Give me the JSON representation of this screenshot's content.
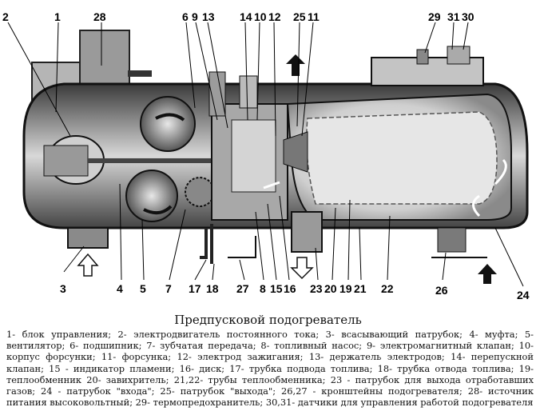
{
  "diagram": {
    "caption": "Предпусковой подогреватель",
    "labels": {
      "top": [
        "2",
        "1",
        "28",
        "6",
        "9",
        "13",
        "14",
        "10",
        "12",
        "25",
        "11",
        "29",
        "31",
        "30"
      ],
      "bottom": [
        "3",
        "4",
        "5",
        "7",
        "17",
        "18",
        "27",
        "8",
        "15",
        "16",
        "23",
        "20",
        "19",
        "21",
        "22",
        "26",
        "24"
      ]
    },
    "legend": "1- блок управления; 2- электродвигатель постоянного тока; 3- всасывающий патрубок; 4- муфта; 5- вентилятор; 6- подшипник; 7- зубчатая передача; 8- топливный насос; 9- электромагнитный клапан; 10- корпус форсунки; 11- форсунка; 12- электрод зажигания; 13- держатель электродов; 14- перепускной клапан; 15 - индикатор пламени; 16- диск; 17- трубка подвода топлива; 18- трубка отвода топлива; 19- теплообменник 20- завихритель; 21,22- трубы теплообменника; 23 - патрубок для выхода отработавших газов; 24 - патрубок \"входа\"; 25- патрубок \"выхода\"; 26,27 - кронштейны подогревателя; 28- источник питания высоковольтный; 29- термопредохранитель; 30,31- датчики для управления работой подогревателя"
  }
}
